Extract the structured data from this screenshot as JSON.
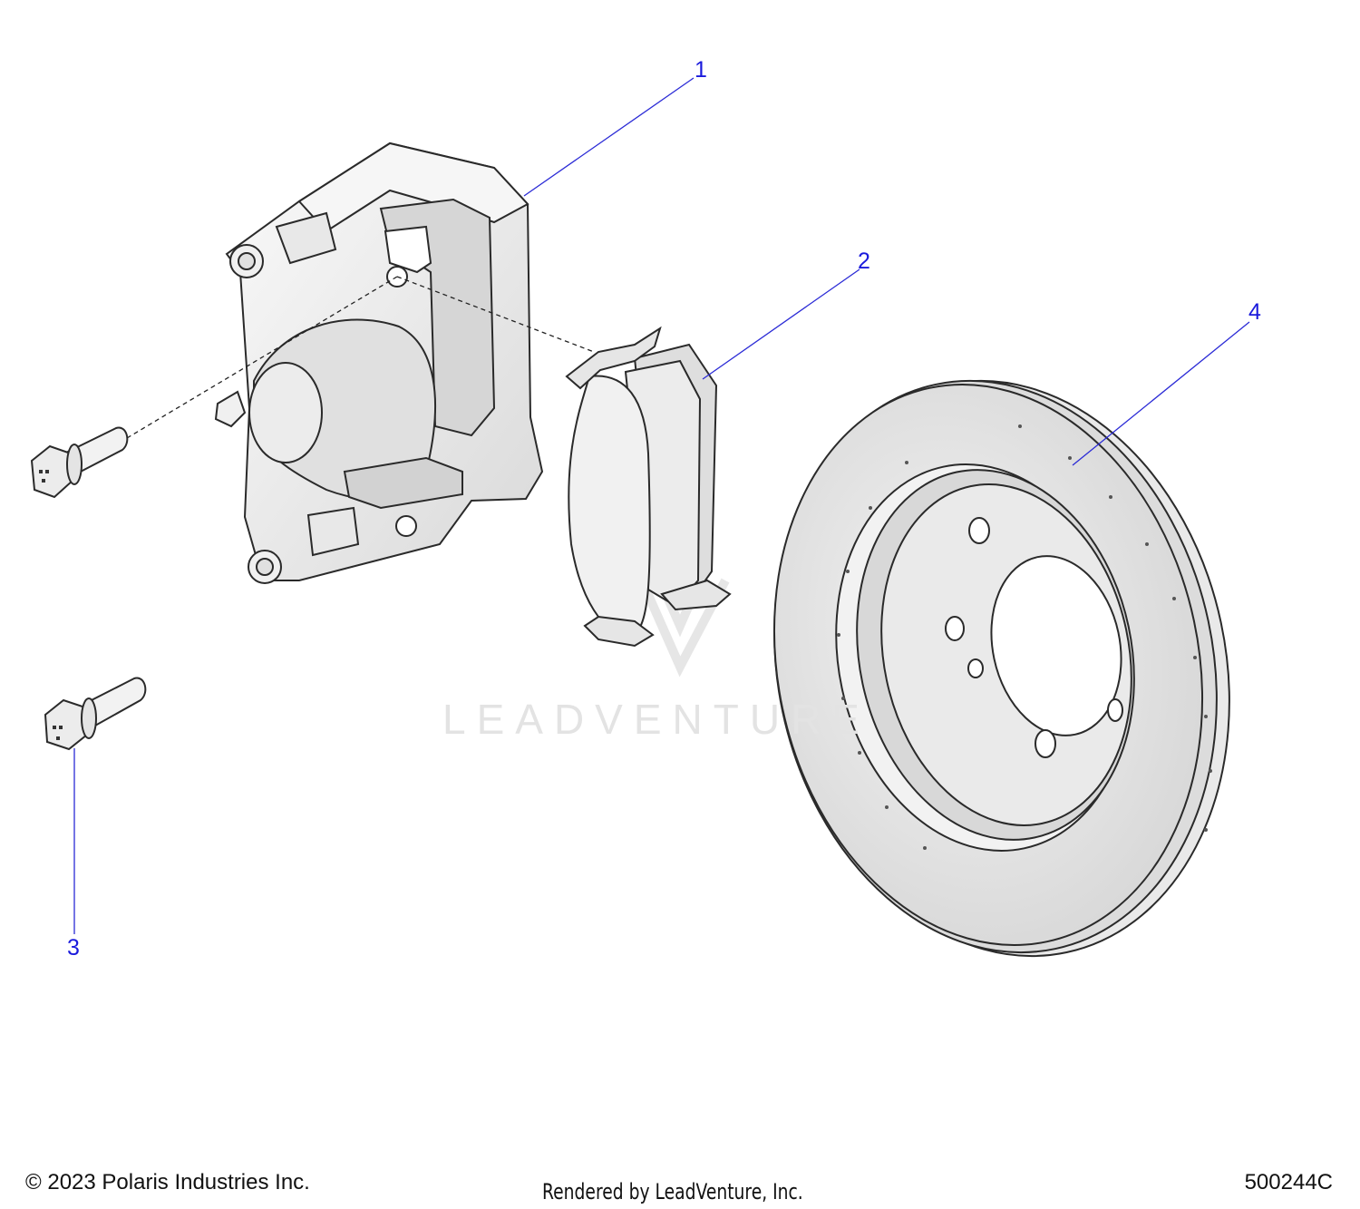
{
  "diagram": {
    "callouts": [
      {
        "id": "1",
        "label": "1",
        "part": "brake caliper assembly"
      },
      {
        "id": "2",
        "label": "2",
        "part": "brake pads"
      },
      {
        "id": "3",
        "label": "3",
        "part": "mounting bolt"
      },
      {
        "id": "4",
        "label": "4",
        "part": "brake disc rotor"
      }
    ],
    "watermark": "LEADVENTURE"
  },
  "footer": {
    "copyright": "© 2023 Polaris Industries Inc.",
    "rendered_by": "Rendered by LeadVenture, Inc.",
    "diagram_id": "500244C"
  },
  "colors": {
    "callout": "#1a1adc",
    "line": "#2b2bd6",
    "part_fill": "#ececec",
    "outline": "#333333"
  }
}
